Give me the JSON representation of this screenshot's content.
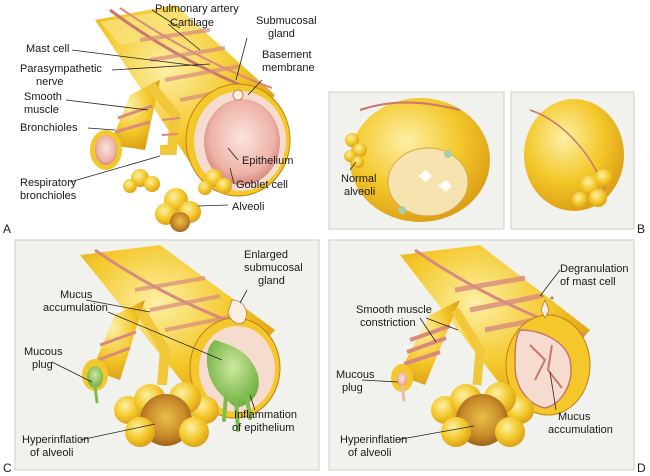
{
  "panels": {
    "a": {
      "letter": "A",
      "labels": {
        "pulmonary_artery": "Pulmonary artery",
        "cartilage": "Cartilage",
        "submucosal_gland_1": "Submucosal",
        "submucosal_gland_2": "gland",
        "mast_cell": "Mast cell",
        "basement_membrane_1": "Basement",
        "basement_membrane_2": "membrane",
        "parasympathetic_1": "Parasympathetic",
        "parasympathetic_2": "nerve",
        "smooth_muscle_1": "Smooth",
        "smooth_muscle_2": "muscle",
        "bronchioles": "Bronchioles",
        "epithelium": "Epithelium",
        "respiratory_bronchioles_1": "Respiratory",
        "respiratory_bronchioles_2": "bronchioles",
        "goblet_cell": "Goblet cell",
        "alveoli": "Alveoli"
      }
    },
    "b": {
      "letter": "B",
      "labels": {
        "normal_alveoli_1": "Normal",
        "normal_alveoli_2": "alveoli"
      }
    },
    "c": {
      "letter": "C",
      "labels": {
        "enlarged_1": "Enlarged",
        "enlarged_2": "submucosal",
        "enlarged_3": "gland",
        "mucus_accumulation_1": "Mucus",
        "mucus_accumulation_2": "accumulation",
        "mucous_plug_1": "Mucous",
        "mucous_plug_2": "plug",
        "inflammation_1": "Inflammation",
        "inflammation_2": "of epithelium",
        "hyperinflation_1": "Hyperinflation",
        "hyperinflation_2": "of alveoli"
      }
    },
    "d": {
      "letter": "D",
      "labels": {
        "degranulation_1": "Degranulation",
        "degranulation_2": "of mast cell",
        "smooth_muscle_constriction_1": "Smooth muscle",
        "smooth_muscle_constriction_2": "constriction",
        "mucous_plug_1": "Mucous",
        "mucous_plug_2": "plug",
        "hyperinflation_1": "Hyperinflation",
        "hyperinflation_2": "of alveoli",
        "mucus_accumulation_1": "Mucus",
        "mucus_accumulation_2": "accumulation"
      }
    }
  },
  "colors": {
    "panel_bg": "#f1f1ed",
    "tissue_yellow": "#f2c21a",
    "tissue_light": "#f9e27a",
    "lumen_pink": "#f0b9b0",
    "muscle_pink": "#d98a7d",
    "mucus_green": "#9ccf6a",
    "alveoli_dark": "#c98a2a"
  }
}
